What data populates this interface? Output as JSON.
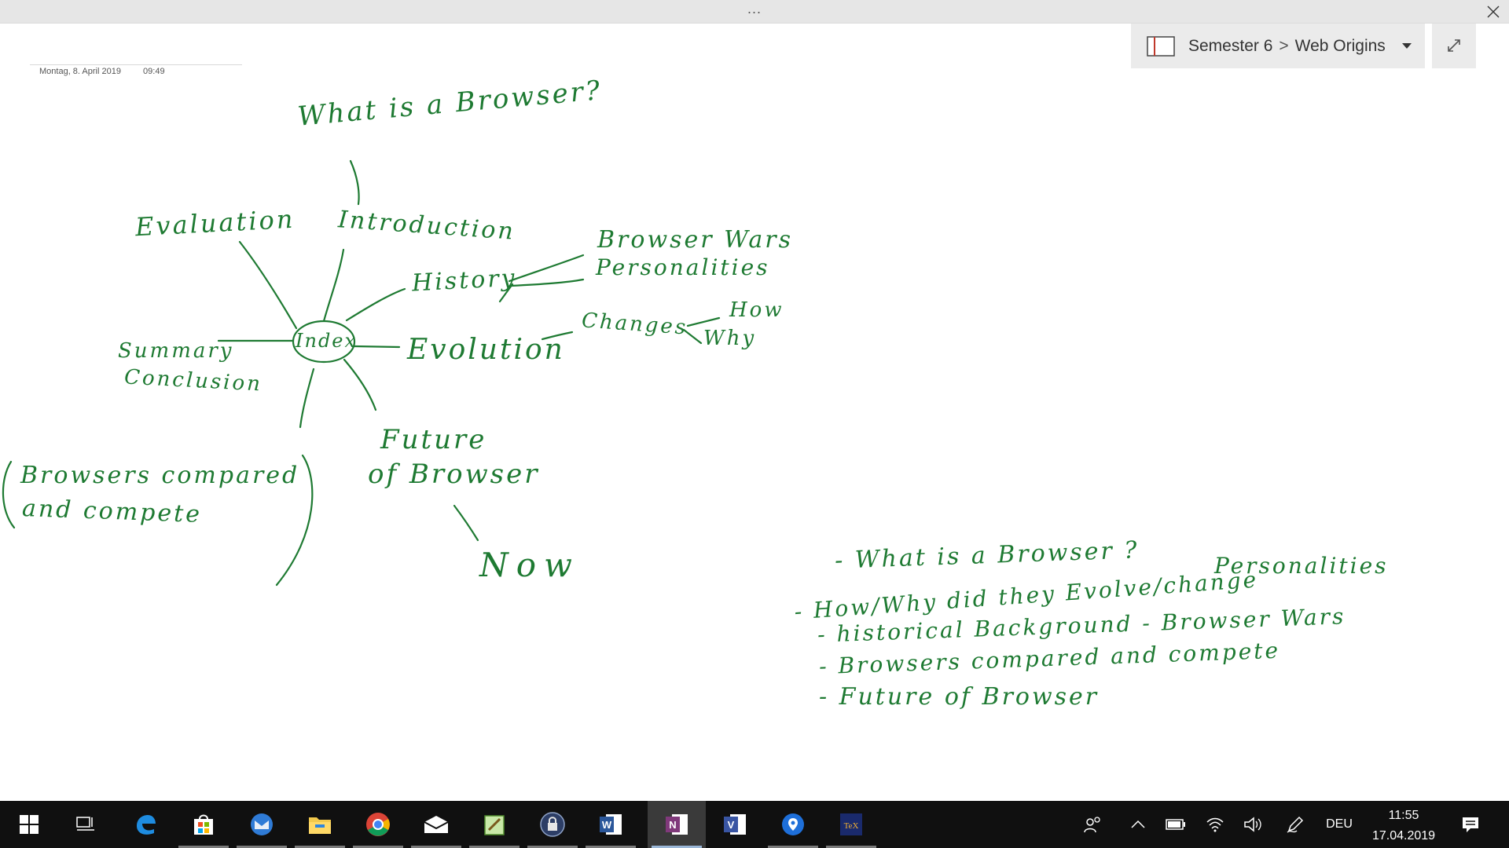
{
  "window": {
    "title_dots": "...",
    "close_icon": "close-icon"
  },
  "notebook": {
    "notebook_name": "Semester 6",
    "separator": ">",
    "section_name": "Web Origins"
  },
  "page": {
    "date": "Montag, 8. April 2019",
    "time": "09:49"
  },
  "ink": {
    "title": "What is a Browser?",
    "center": "Index",
    "introduction": "Introduction",
    "evaluation": "Evaluation",
    "history": "History",
    "browser_wars": "Browser Wars",
    "personalities": "Personalities",
    "evolution": "Evolution",
    "changes": "Changes",
    "how": "How",
    "why": "Why",
    "summary": "Summary",
    "conclusion": "Conclusion",
    "future1": "Future",
    "future2": "of Browser",
    "now": "Now",
    "compare1": "Browsers compared",
    "compare2": "and compete",
    "list": [
      "- What is a Browser ?",
      "- How/Why did they Evolve/change",
      "- historical Background - Browser Wars",
      "- Browsers compared and compete",
      "- Future of Browser"
    ],
    "list_personalities": "Personalities"
  },
  "taskbar": {
    "apps": [
      "start",
      "task-view",
      "edge",
      "store",
      "thunderbird",
      "file-explorer",
      "chrome",
      "mail",
      "notepad",
      "keepass",
      "word",
      "onenote",
      "visio",
      "maps",
      "texstudio"
    ],
    "active_app": "onenote",
    "language": "DEU",
    "time": "11:55",
    "date": "17.04.2019"
  },
  "colors": {
    "ink": "#1e7a32",
    "taskbar": "#101010",
    "chrome": "#e6e6e6"
  }
}
